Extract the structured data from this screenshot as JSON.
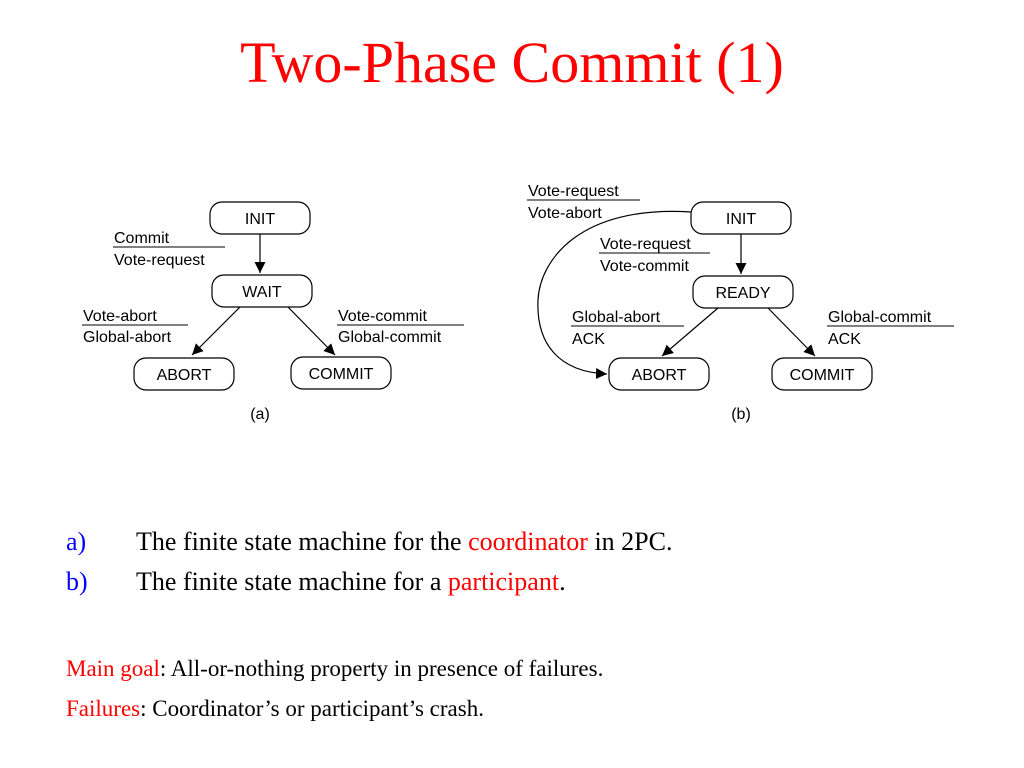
{
  "title": "Two-Phase Commit (1)",
  "diagram_a": {
    "caption": "(a)",
    "states": {
      "init": "INIT",
      "wait": "WAIT",
      "abort": "ABORT",
      "commit": "COMMIT"
    },
    "edge_init_wait": {
      "top": "Commit",
      "bottom": "Vote-request"
    },
    "edge_wait_abort": {
      "top": "Vote-abort",
      "bottom": "Global-abort"
    },
    "edge_wait_commit": {
      "top": "Vote-commit",
      "bottom": "Global-commit"
    }
  },
  "diagram_b": {
    "caption": "(b)",
    "states": {
      "init": "INIT",
      "ready": "READY",
      "abort": "ABORT",
      "commit": "COMMIT"
    },
    "edge_init_abort": {
      "top": "Vote-request",
      "bottom": "Vote-abort"
    },
    "edge_init_ready": {
      "top": "Vote-request",
      "bottom": "Vote-commit"
    },
    "edge_ready_abort": {
      "top": "Global-abort",
      "bottom": "ACK"
    },
    "edge_ready_commit": {
      "top": "Global-commit",
      "bottom": "ACK"
    }
  },
  "items": [
    {
      "marker": "a)",
      "before": "The finite state machine for the ",
      "highlight": "coordinator",
      "after": " in 2PC."
    },
    {
      "marker": "b)",
      "before": "The finite state machine for a ",
      "highlight": "participant",
      "after": "."
    }
  ],
  "notes": [
    {
      "label": "Main goal",
      "text": ": All-or-nothing property in presence of failures."
    },
    {
      "label": "Failures",
      "text": ": Coordinator’s or participant’s crash."
    }
  ],
  "colors": {
    "title": "#ff0000",
    "highlight": "#ff0000",
    "marker": "#0000ff",
    "text": "#000000"
  }
}
